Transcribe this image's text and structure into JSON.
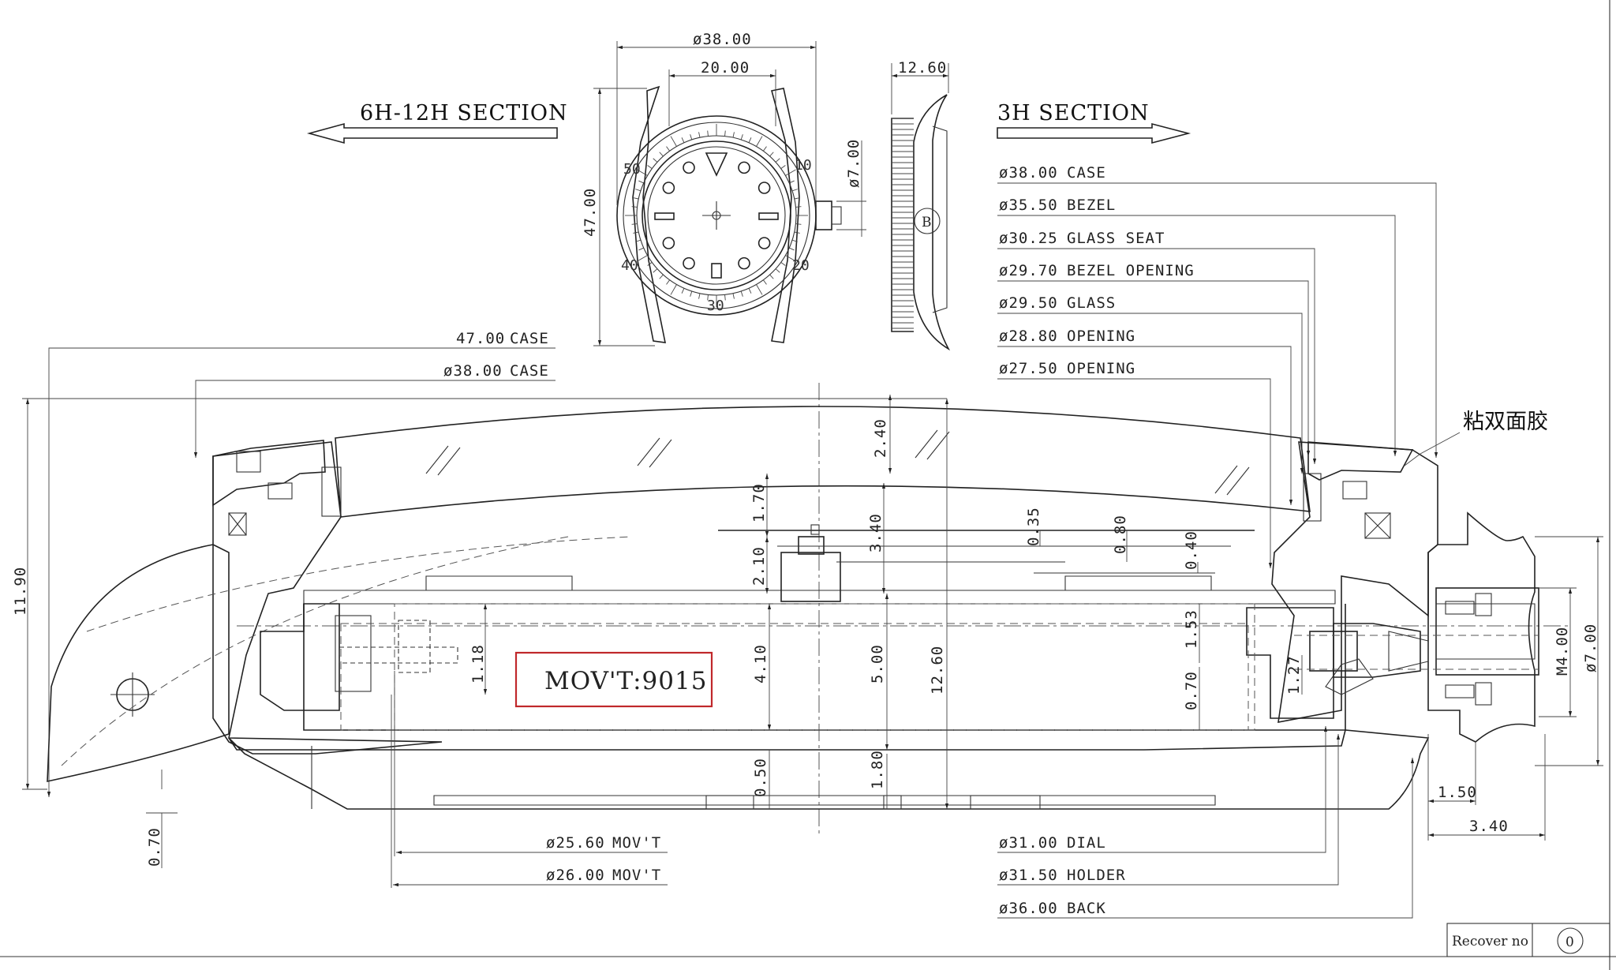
{
  "sections": {
    "left_title": "6H-12H  SECTION",
    "right_title": "3H  SECTION"
  },
  "top_dims": {
    "case_dia": "ø38.00",
    "lug_width": "20.00",
    "crown_dia": "ø7.00",
    "height": "47.00",
    "thickness": "12.60"
  },
  "bezel_numbers": [
    "10",
    "20",
    "30",
    "40",
    "50"
  ],
  "callouts_right": [
    {
      "value": "ø38.00",
      "label": "CASE"
    },
    {
      "value": "ø35.50",
      "label": "BEZEL"
    },
    {
      "value": "ø30.25",
      "label": "GLASS SEAT"
    },
    {
      "value": "ø29.70",
      "label": "BEZEL OPENING"
    },
    {
      "value": "ø29.50",
      "label": "GLASS"
    },
    {
      "value": "ø28.80",
      "label": "OPENING"
    },
    {
      "value": "ø27.50",
      "label": "OPENING"
    }
  ],
  "callouts_left": [
    {
      "value": "47.00",
      "label": "CASE"
    },
    {
      "value": "ø38.00",
      "label": "CASE"
    }
  ],
  "callouts_bottom_left": [
    {
      "value": "ø25.60",
      "label": "MOV'T"
    },
    {
      "value": "ø26.00",
      "label": "MOV'T"
    }
  ],
  "callouts_bottom_right": [
    {
      "value": "ø31.00",
      "label": "DIAL"
    },
    {
      "value": "ø31.50",
      "label": "HOLDER"
    },
    {
      "value": "ø36.00",
      "label": "BACK"
    }
  ],
  "vertical_dims": {
    "total": "11.90",
    "glass": "2.40",
    "d170": "1.70",
    "d340": "3.40",
    "d035": "0.35",
    "d080": "0.80",
    "d040": "0.40",
    "d210": "2.10",
    "d153": "1.53",
    "d118": "1.18",
    "d410": "4.10",
    "d500": "5.00",
    "d1260": "12.60",
    "d127": "1.27",
    "d070": "0.70",
    "d050": "0.50",
    "d180": "1.80",
    "bottom070": "0.70",
    "m4": "M4.00",
    "crown7": "ø7.00"
  },
  "horizontal_dims": {
    "d150": "1.50",
    "d340": "3.40"
  },
  "note_cn": "粘双面胶",
  "movement": "MOV'T:9015",
  "title_block": {
    "label": "Recover no",
    "value": "0"
  }
}
